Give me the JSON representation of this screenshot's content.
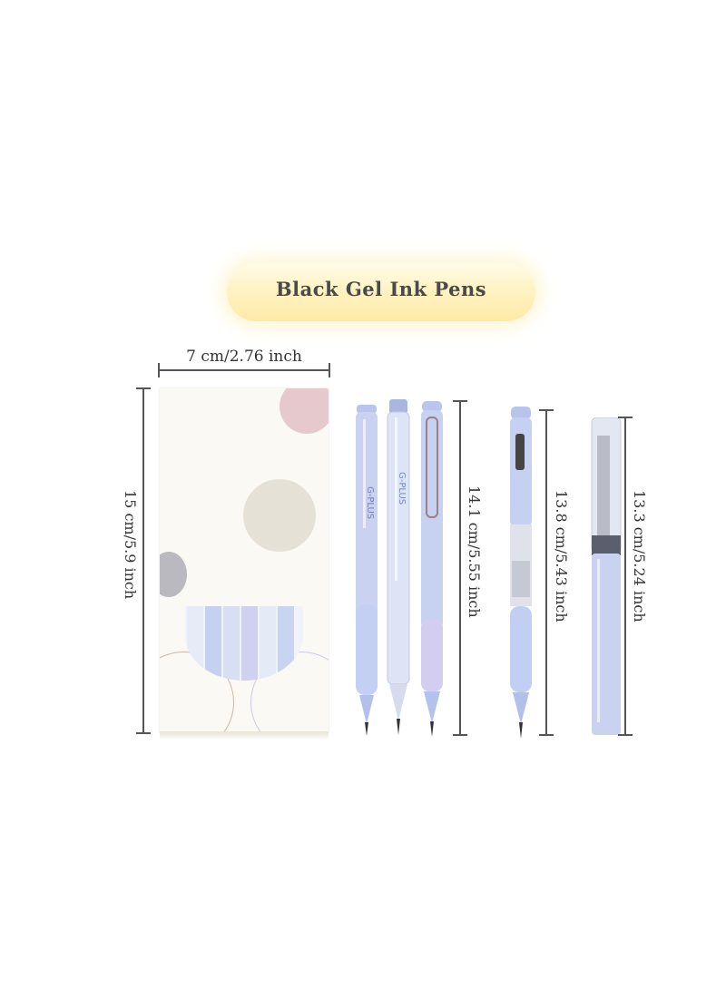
{
  "title": "Black Gel Ink Pens",
  "dimensions": {
    "box_width": "7 cm/2.76 inch",
    "box_height": "15 cm/5.9 inch",
    "pen_group_height": "14.1 cm/5.55 inch",
    "pen_single_height": "13.8 cm/5.43 inch",
    "pen_cap_height": "13.3 cm/5.24 inch"
  },
  "colors": {
    "pen_body": "#c9d3f1",
    "pen_dark": "#9aa9d6",
    "banner": "#fff1bd",
    "box": "#fbf9f4",
    "dim_line": "#555555"
  },
  "pen_brand": "G-PLUS",
  "icons": [
    "pen-image",
    "box-image"
  ]
}
